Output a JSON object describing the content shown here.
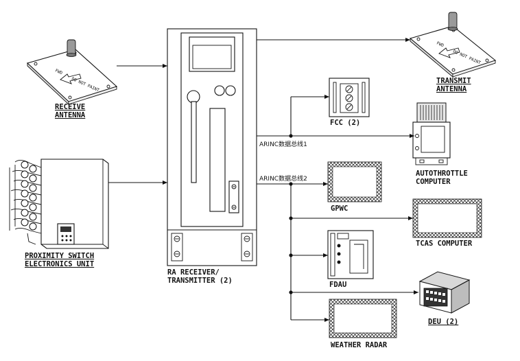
{
  "components": {
    "receive_antenna": {
      "line1": "RECEIVE",
      "line2": "ANTENNA",
      "plate_text1": "FWD",
      "plate_text2": "DO NOT PAINT"
    },
    "transmit_antenna": {
      "line1": "TRANSMIT",
      "line2": "ANTENNA",
      "plate_text1": "FWD",
      "plate_text2": "DO NOT PAINT"
    },
    "pseu": {
      "line1": "PROXIMITY SWITCH",
      "line2": "ELECTRONICS UNIT"
    },
    "ra": {
      "line1": "RA RECEIVER/",
      "line2": "TRANSMITTER (2)"
    },
    "fcc": {
      "label": "FCC (2)"
    },
    "autothrottle": {
      "line1": "AUTOTHROTTLE",
      "line2": "COMPUTER"
    },
    "gpwc": {
      "label": "GPWC"
    },
    "tcas": {
      "label": "TCAS COMPUTER"
    },
    "fdau": {
      "label": "FDAU"
    },
    "deu": {
      "label": "DEU (2)"
    },
    "weather_radar": {
      "label": "WEATHER RADAR"
    }
  },
  "buses": {
    "bus1": "ARINC数据总线1",
    "bus2": "ARINC数据总线2"
  }
}
